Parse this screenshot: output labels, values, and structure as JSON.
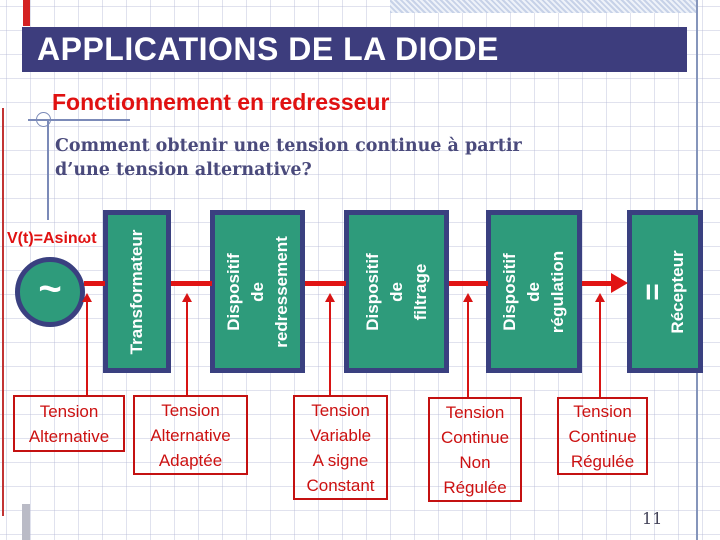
{
  "slide": {
    "title": "APPLICATIONS DE LA DIODE",
    "subtitle": "Fonctionnement en redresseur",
    "question_line1": "Comment obtenir une tension continue à partir",
    "question_line2": "d’une tension alternative?",
    "page_number": "11"
  },
  "diagram": {
    "source": {
      "label": "V(t)=Asinωt",
      "symbol": "~"
    },
    "blocks": [
      {
        "lines": [
          "Transformateur"
        ]
      },
      {
        "lines": [
          "Dispositif",
          "de",
          "redressement"
        ]
      },
      {
        "lines": [
          "Dispositif",
          "de",
          "filtrage"
        ]
      },
      {
        "lines": [
          "Dispositif",
          "de",
          "régulation"
        ]
      },
      {
        "lines": [
          "=",
          "Récepteur"
        ]
      }
    ],
    "labels": [
      {
        "lines": [
          "Tension",
          "Alternative"
        ]
      },
      {
        "lines": [
          "Tension",
          "Alternative",
          "Adaptée"
        ]
      },
      {
        "lines": [
          "Tension",
          "Variable",
          "A signe",
          "Constant"
        ]
      },
      {
        "lines": [
          "Tension",
          "Continue",
          "Non",
          "Régulée"
        ]
      },
      {
        "lines": [
          "Tension",
          "Continue",
          "Régulée"
        ]
      }
    ]
  },
  "colors": {
    "title_bar": "#3d3d7d",
    "block_fill": "#2e9b7b",
    "block_border": "#3a4080",
    "wire_red": "#e11414",
    "label_red": "#cc1111",
    "question_blue": "#4a4a7c"
  }
}
